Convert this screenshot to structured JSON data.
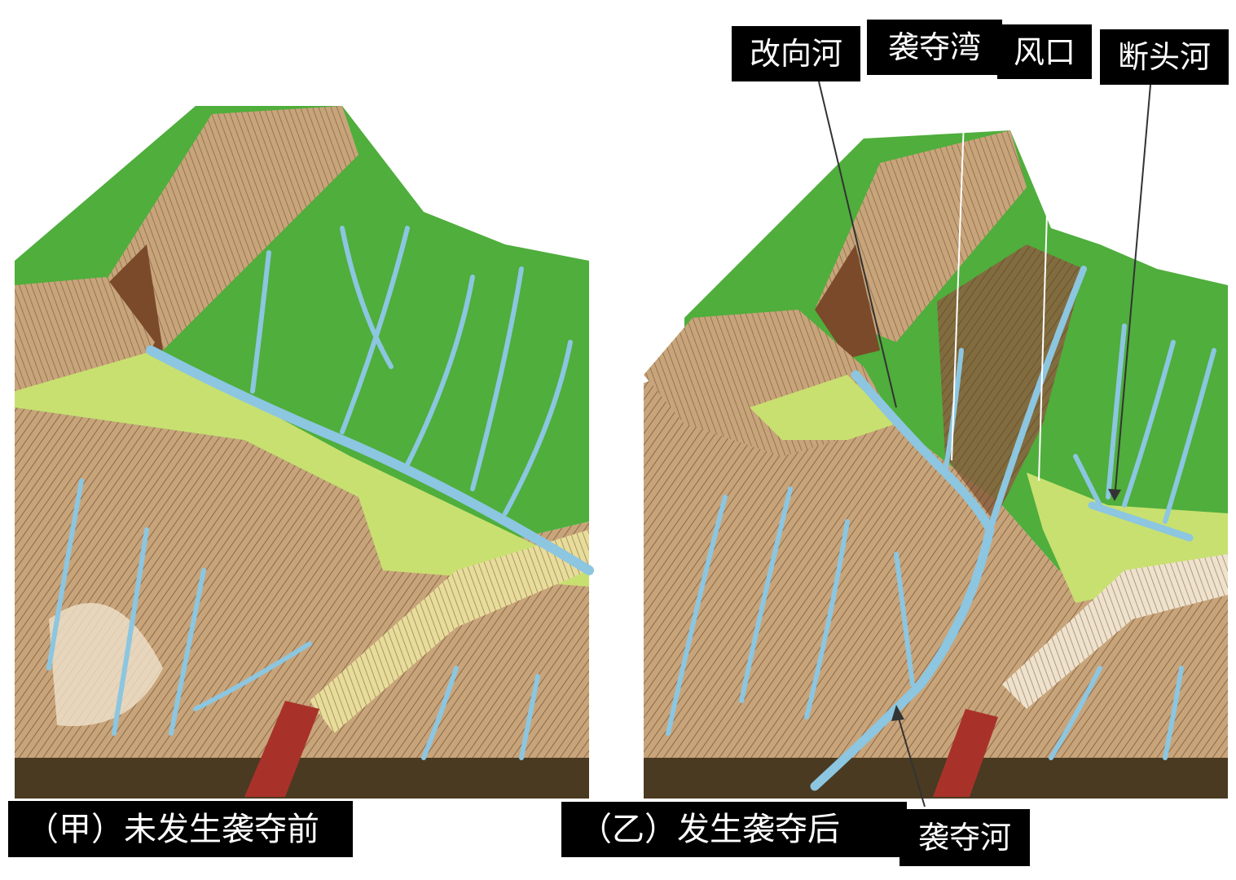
{
  "panels": {
    "before": {
      "caption": "（甲）未发生袭夺前"
    },
    "after": {
      "caption": "（乙）发生袭夺后"
    }
  },
  "labels": {
    "diverted_river": "改向河",
    "capture_elbow": "袭夺湾",
    "wind_gap": "风口",
    "beheaded_river": "断头河",
    "capturing_river": "袭夺河"
  },
  "colors": {
    "plateau_green": "#4fae3c",
    "light_green": "#c8e070",
    "cliff_tan": "#c8a47a",
    "cliff_brown": "#7a4a2a",
    "river_blue": "#8cc6e0",
    "soil_dark": "#4a3a22",
    "dike_red": "#a8322a",
    "label_bg": "#000000",
    "label_text": "#ffffff"
  }
}
